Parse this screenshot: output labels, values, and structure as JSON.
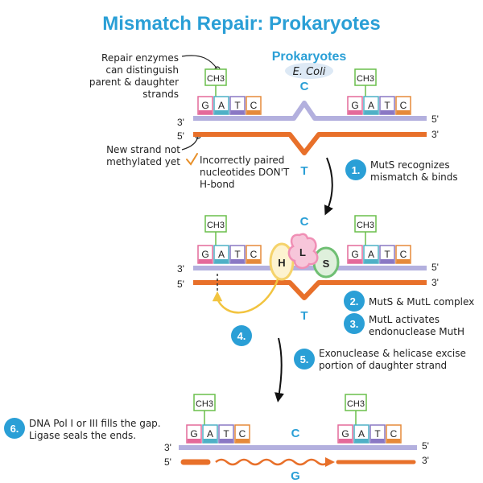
{
  "title": "Mismatch Repair: Prokaryotes",
  "organism": {
    "label": "Prokaryotes",
    "species": "E. Coli"
  },
  "methyl_label": "CH3",
  "gatc_bases": [
    "G",
    "A",
    "T",
    "C"
  ],
  "strand_ends": {
    "top_left": "3'",
    "top_right": "5'",
    "bottom_left": "5'",
    "bottom_right": "3'"
  },
  "annotations": {
    "repair_enzymes": [
      "Repair enzymes",
      "can distinguish",
      "parent & daughter",
      "strands"
    ],
    "new_strand": [
      "New strand not",
      "methylated yet"
    ],
    "incorrect_pair": [
      "Incorrectly paired",
      "nucleotides DON'T",
      "H-bond"
    ]
  },
  "mismatch": {
    "top_base": "C",
    "bottom_base": "T",
    "repaired_base": "G"
  },
  "proteins": {
    "mutH": "H",
    "mutL": "L",
    "mutS": "S"
  },
  "steps": [
    {
      "num": "1.",
      "lines": [
        "MutS recognizes",
        "mismatch & binds"
      ]
    },
    {
      "num": "2.",
      "lines": [
        "MutS & MutL complex"
      ]
    },
    {
      "num": "3.",
      "lines": [
        "MutL activates",
        "endonuclease MutH"
      ]
    },
    {
      "num": "4.",
      "lines": []
    },
    {
      "num": "5.",
      "lines": [
        "Exonuclease & helicase excise",
        "portion of daughter strand"
      ]
    },
    {
      "num": "6.",
      "lines": [
        "DNA Pol I or III fills the gap.",
        "Ligase seals the ends."
      ]
    }
  ],
  "colors": {
    "title": "#2a9fd6",
    "parent_strand": "#b3b0de",
    "daughter_strand": "#e8702a",
    "badge": "#2a9fd6",
    "methyl_box": "#6abf4b",
    "base_G": "#e46a9a",
    "base_A": "#4fb0c6",
    "base_T": "#8a78c4",
    "base_C": "#e58a3a",
    "mutH": "#f5d36b",
    "mutL": "#f08fb5",
    "mutS": "#6fbf73",
    "highlight": "#e8f1f8",
    "check": "#e8902a"
  }
}
